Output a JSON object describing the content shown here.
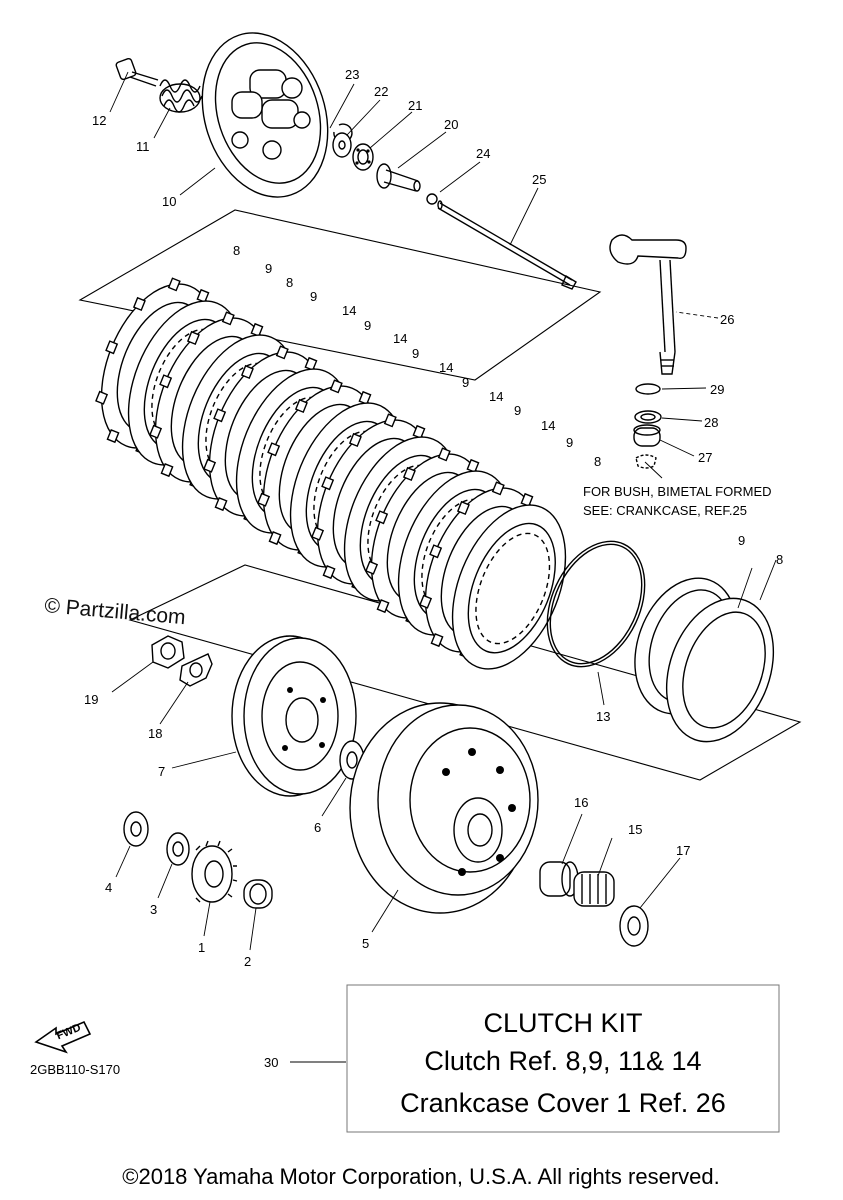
{
  "diagram": {
    "callouts": {
      "c1": "1",
      "c2": "2",
      "c3": "3",
      "c4": "4",
      "c5": "5",
      "c6": "6",
      "c7": "7",
      "c8a": "8",
      "c8b": "8",
      "c8c": "8",
      "c8d": "8",
      "c9a": "9",
      "c9b": "9",
      "c9c": "9",
      "c9d": "9",
      "c9e": "9",
      "c9f": "9",
      "c9g": "9",
      "c9h": "9",
      "c10": "10",
      "c11": "11",
      "c12": "12",
      "c13": "13",
      "c14a": "14",
      "c14b": "14",
      "c14c": "14",
      "c14d": "14",
      "c14e": "14",
      "c15": "15",
      "c16": "16",
      "c17": "17",
      "c18": "18",
      "c19": "19",
      "c20": "20",
      "c21": "21",
      "c22": "22",
      "c23": "23",
      "c24": "24",
      "c25": "25",
      "c26": "26",
      "c27": "27",
      "c28": "28",
      "c29": "29",
      "c30": "30"
    },
    "bush_note_line1": "FOR BUSH, BIMETAL FORMED",
    "bush_note_line2": "SEE: CRANKCASE, REF.25",
    "watermark": "© Partzilla.com",
    "fwd_label": "FWD",
    "diagram_code": "2GBB110-S170",
    "clutch_kit": {
      "title": "CLUTCH KIT",
      "line1": "Clutch Ref. 8,9, 11& 14",
      "line2": "Crankcase Cover 1 Ref. 26"
    },
    "copyright": "©2018 Yamaha Motor Corporation, U.S.A. All rights reserved."
  }
}
